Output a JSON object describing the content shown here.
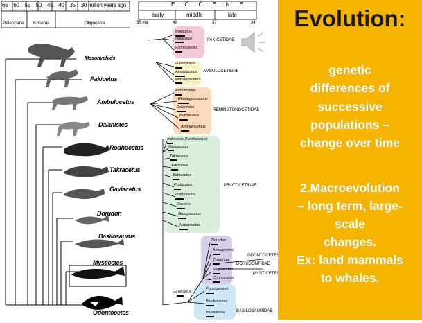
{
  "timescale": {
    "ticks": [
      "65",
      "60",
      "55",
      "50",
      "45",
      "40",
      "35",
      "30 million years ago"
    ],
    "epochs": [
      "Paleocene",
      "Eocene",
      "Oligocene"
    ]
  },
  "left_tree": {
    "taxa": [
      "Mesonychids",
      "Pakicetus",
      "Ambulocetus",
      "Dalanistes",
      "Rodhocetus",
      "Takracetus",
      "Gaviacetus",
      "Dorudon",
      "Basilosaurus",
      "Mysticetes",
      "Odontocetes"
    ]
  },
  "eocene": {
    "header": [
      "E",
      "O",
      "C",
      "E",
      "N",
      "E"
    ],
    "subdivisions": [
      "early",
      "middle",
      "late"
    ],
    "ages": [
      "55 ma",
      "49",
      "37",
      "34"
    ],
    "families": [
      "PAKICETIDAE",
      "AMBULOCETIDAE",
      "REMINGTONOCETIDAE",
      "PROTOCETIDAE",
      "DORUDONTIDAE",
      "ODONTOCETES",
      "MYSTICETES",
      "BASILOSAURIDAE"
    ],
    "species": {
      "pakicetidae": [
        "Pakicetus",
        "Nalacetus",
        "Ichthyolestes"
      ],
      "ambulocetidae": [
        "Gandakasia",
        "Ambulocetus",
        "Himalayacetus"
      ],
      "remingtonocetidae": [
        "Attockicetus",
        "Remingtonocetus",
        "Dalanistes",
        "Kutchicetus",
        "Andrewsiphius"
      ],
      "protocetidae": [
        "Indocetus (Rodhocetus)",
        "Qaisracetus",
        "Takracetus",
        "Artiocetus",
        "Babiacetus",
        "Protocetus",
        "Pappocetus",
        "Eocetus",
        "Georgiacetus",
        "Natchitochia"
      ],
      "dorudontidae": [
        "Dorudon",
        "Ancalecetus",
        "Zygorhiza",
        "Saghacetus",
        "Chrysocetus"
      ],
      "other": [
        "Gaviacetus",
        "Pontogeneus",
        "Basilosaurus",
        "Basiloterus"
      ]
    }
  },
  "panel": {
    "title": "Evolution:",
    "lines_a": [
      "genetic",
      "differences of",
      "successive",
      "populations –",
      "change over time"
    ],
    "lines_b": [
      "2.Macroevolution",
      "– long term, large-",
      "scale",
      "changes.",
      "Ex: land mammals",
      "to whales."
    ]
  },
  "colors": {
    "panel_bg": "#f5b400",
    "title": "#1a1a1a",
    "body_text": "#ffffff",
    "pakicetidae": "#f4c9d9",
    "ambulocetidae": "#fbf3c8",
    "remingtonocetidae": "#fbd9bd",
    "protocetidae": "#d9eedb",
    "dorudontidae": "#d8cde6",
    "basilosauridae": "#cfe6f5"
  },
  "icons": {
    "speaker": "speaker-icon"
  }
}
